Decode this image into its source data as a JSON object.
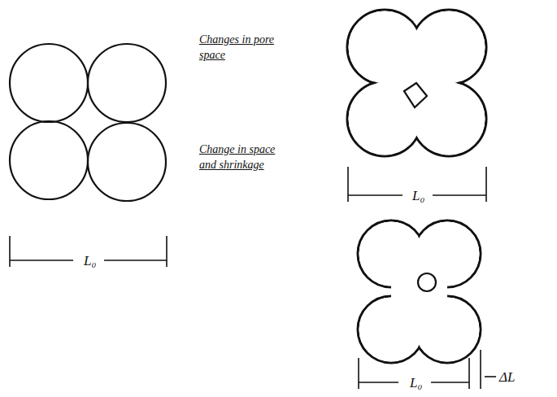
{
  "diagram": {
    "labels": [
      "Changes in pore space",
      "Change in space and shrinkage",
      "L₀",
      "L₀",
      "L₀",
      "ΔL"
    ]
  }
}
